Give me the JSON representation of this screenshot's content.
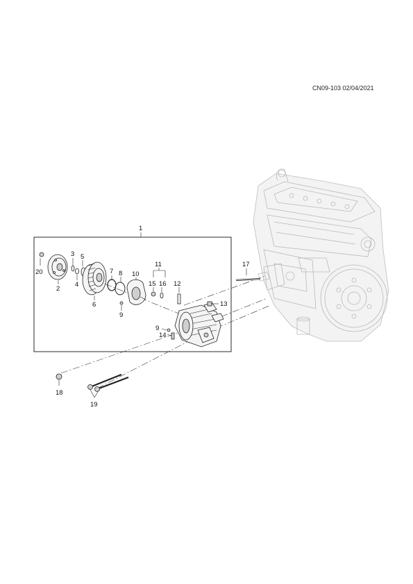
{
  "header": {
    "reference": "CN09-103 02/04/2021"
  },
  "callouts": {
    "c1": "1",
    "c2": "2",
    "c3": "3",
    "c4": "4",
    "c5": "5",
    "c6": "6",
    "c7": "7",
    "c8": "8",
    "c9a": "9",
    "c9b": "9",
    "c10": "10",
    "c11": "11",
    "c12": "12",
    "c13": "13",
    "c14": "14",
    "c15": "15",
    "c16": "16",
    "c17": "17",
    "c18": "18",
    "c19": "19",
    "c20": "20"
  }
}
